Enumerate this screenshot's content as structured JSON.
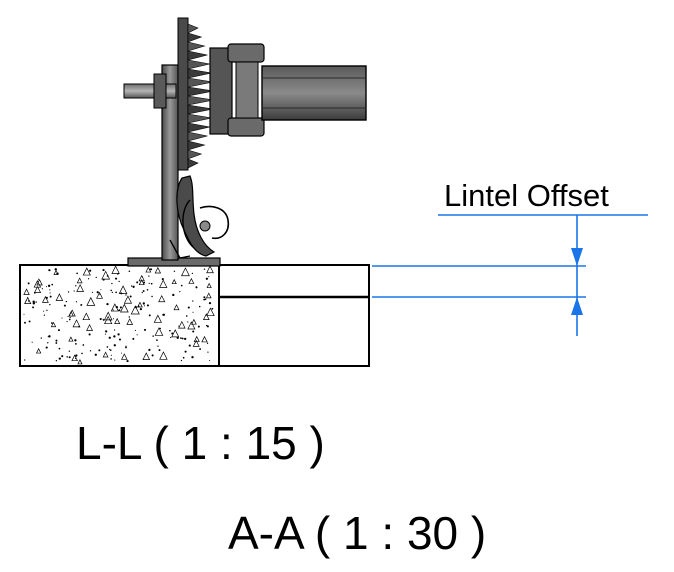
{
  "dimension": {
    "label": "Lintel Offset",
    "color": "#1a75e8"
  },
  "sections": [
    {
      "label": "L-L ( 1 : 15 )"
    },
    {
      "label": "A-A ( 1 : 30 )"
    }
  ],
  "colors": {
    "line": "#000000",
    "dimension": "#1a75e8",
    "metal_dark": "#3a3a3a",
    "metal_mid": "#6b6b6b",
    "metal_light": "#9a9a9a"
  }
}
